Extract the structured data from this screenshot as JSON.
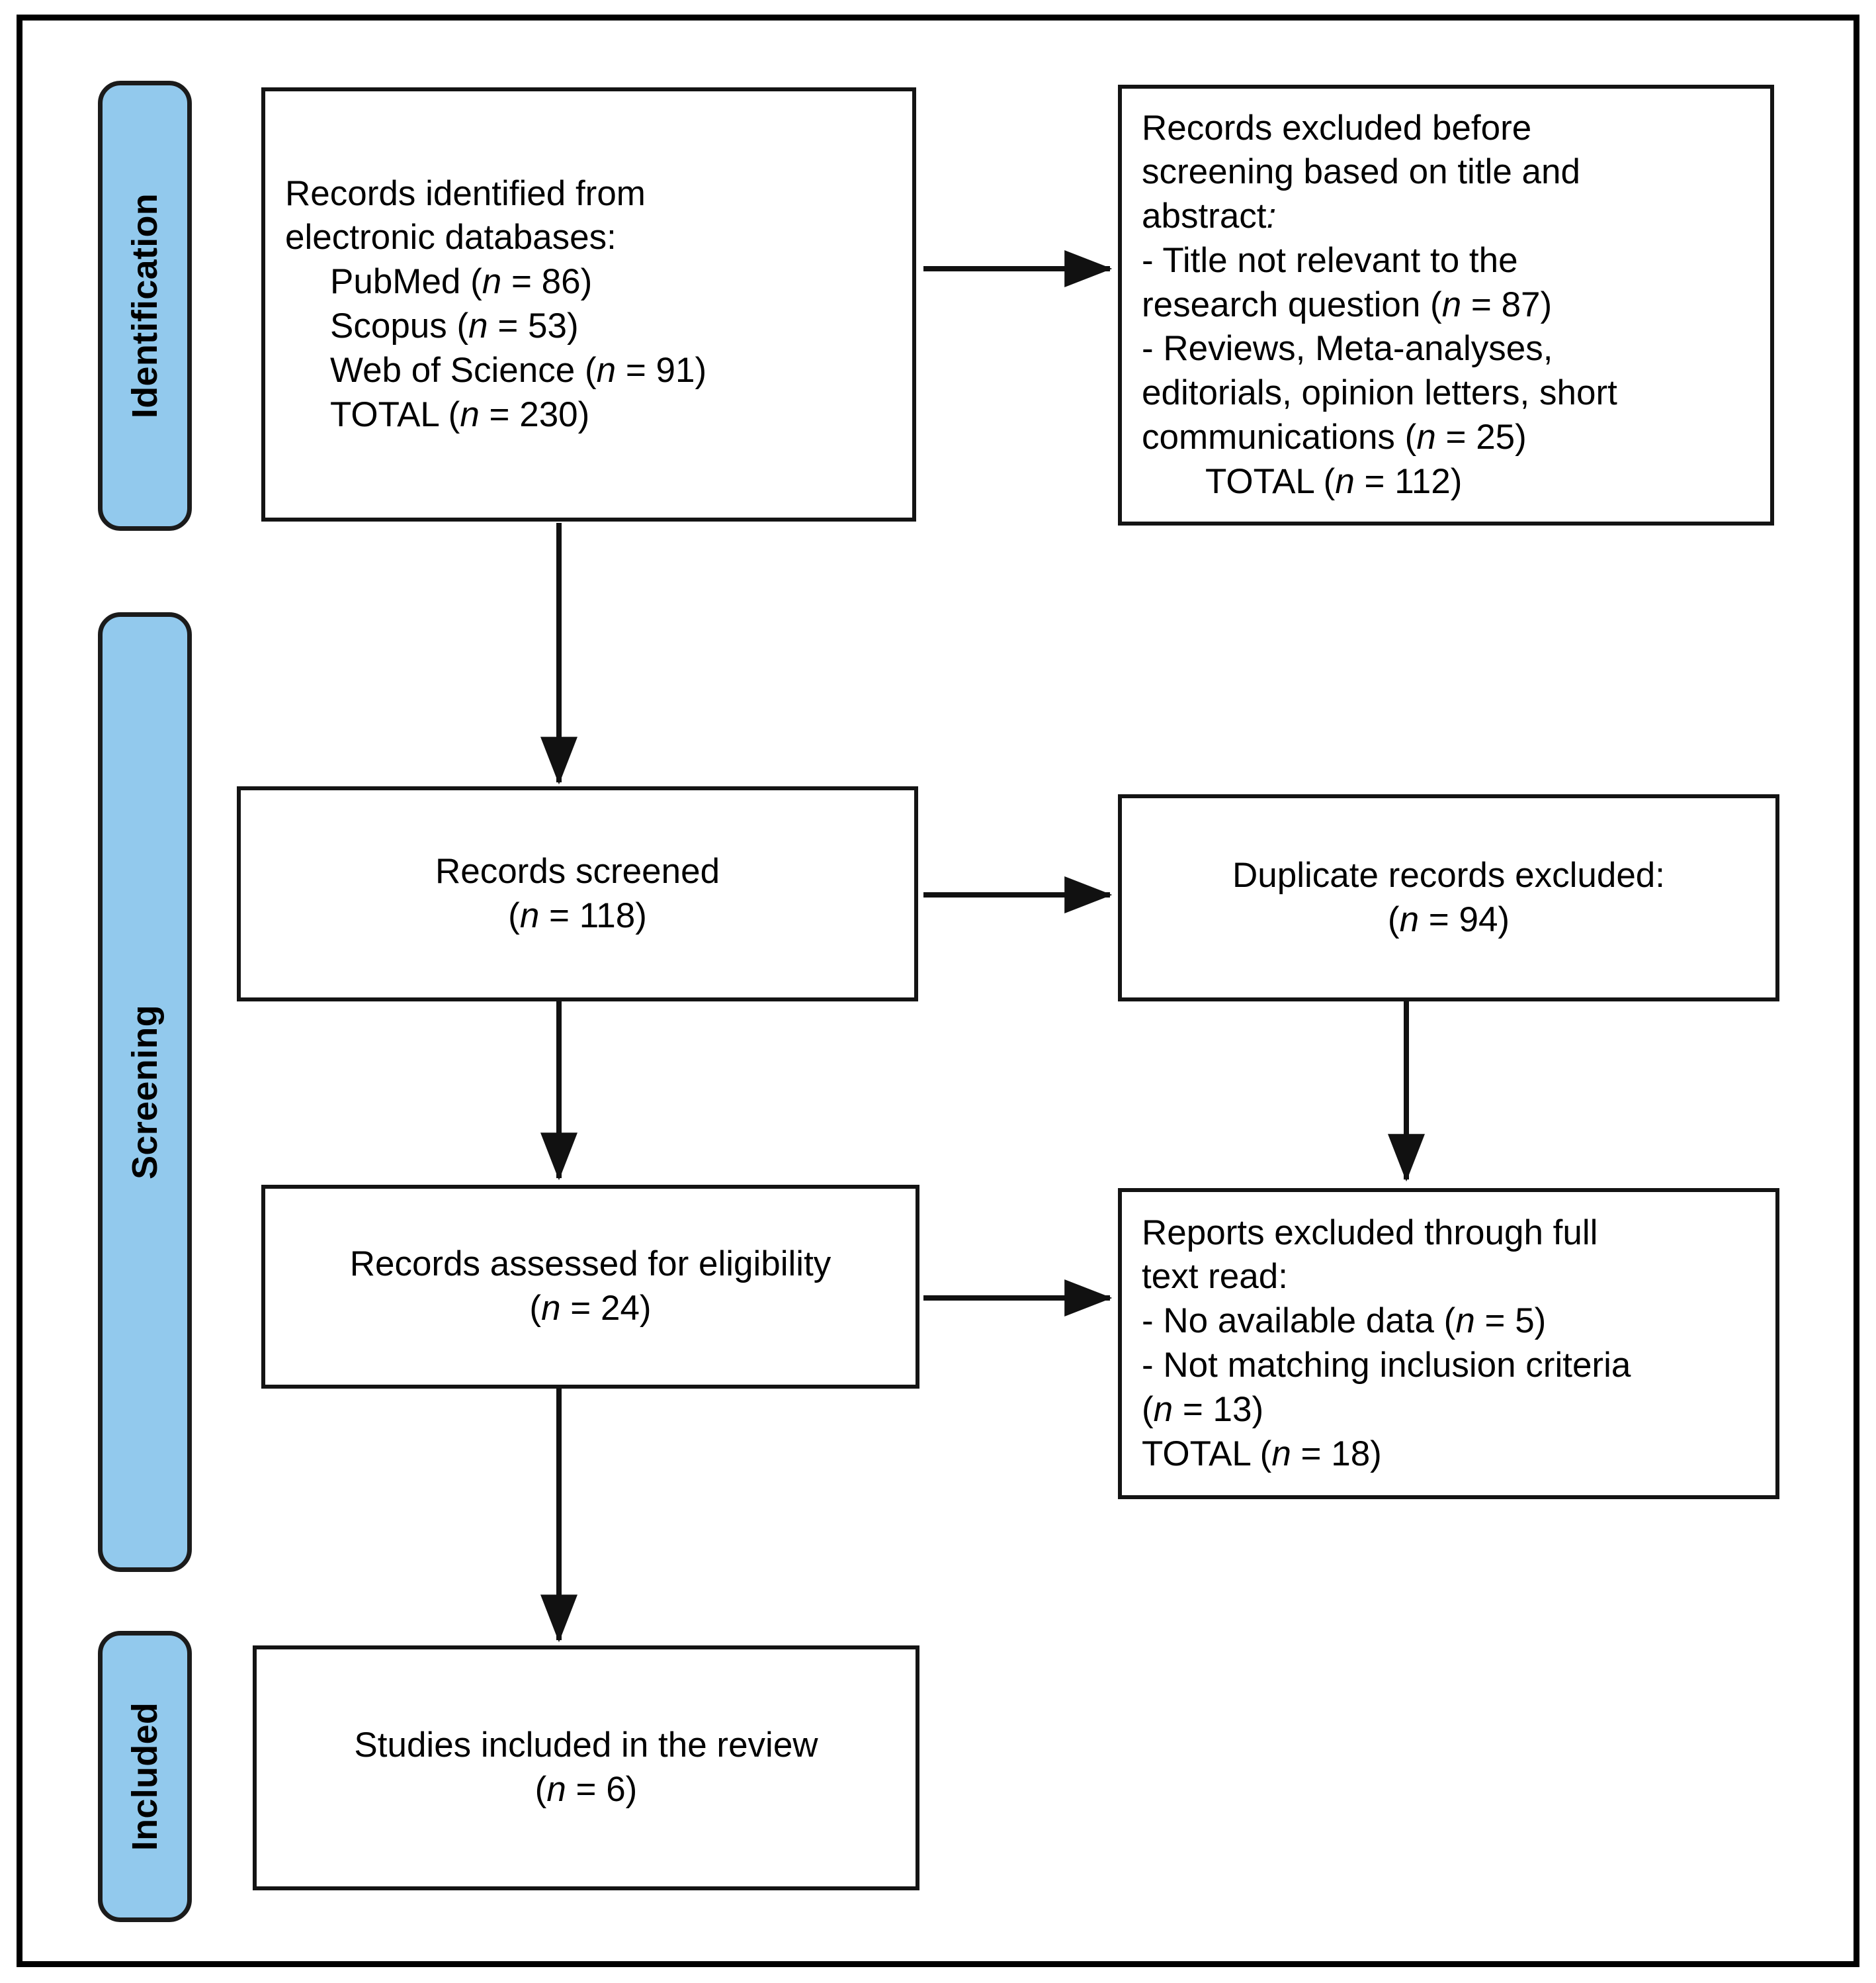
{
  "figure": {
    "type": "prisma-flow-diagram",
    "accent_color": "#92C9ED",
    "border_color": "#000000",
    "background": "#ffffff"
  },
  "stages": [
    {
      "id": "identification",
      "label": "Identification"
    },
    {
      "id": "screening",
      "label": "Screening"
    },
    {
      "id": "included",
      "label": "Included"
    }
  ],
  "boxes": {
    "identified": {
      "lines": [
        "Records identified from",
        "electronic databases:",
        "PubMed (n = 86)",
        "Scopus (n = 53)",
        "Web of Science (n = 91)",
        "TOTAL (n = 230)"
      ],
      "l1": "Records identified from",
      "l2": "electronic databases:",
      "l3": "PubMed (",
      "l3n": "n",
      "l3b": " = 86)",
      "l4": "Scopus (",
      "l4n": "n",
      "l4b": " = 53)",
      "l5": "Web of Science (",
      "l5n": "n",
      "l5b": " = 91)",
      "l6": "TOTAL (",
      "l6n": "n",
      "l6b": " = 230)"
    },
    "excluded_before_screening": {
      "lines": [
        "Records excluded before",
        "screening based on title and",
        "abstract:",
        "- Title not relevant to the",
        "research question (n = 87)",
        "- Reviews, Meta-analyses,",
        "editorials, opinion letters, short",
        "communications (n = 25)",
        "TOTAL (n = 112)"
      ],
      "l1": "Records excluded before",
      "l2": "screening based on title and",
      "l3": "abstract",
      "l3b": ":",
      "l4": "- Title not relevant to the",
      "l5": "research question (",
      "l5n": "n",
      "l5b": " = 87)",
      "l6": "- Reviews, Meta-analyses,",
      "l7": "editorials, opinion letters, short",
      "l8": "communications (",
      "l8n": "n",
      "l8b": " = 25)",
      "l9": "TOTAL (",
      "l9n": "n",
      "l9b": " = 112)"
    },
    "screened": {
      "lines": [
        "Records screened",
        "(n = 118)"
      ],
      "l1": "Records screened",
      "l2a": "(",
      "l2n": "n",
      "l2b": " = 118)"
    },
    "duplicates_excluded": {
      "lines": [
        "Duplicate records excluded:",
        "(n = 94)"
      ],
      "l1": "Duplicate records excluded:",
      "l2a": "(",
      "l2n": "n",
      "l2b": " = 94)"
    },
    "eligibility": {
      "lines": [
        "Records assessed for eligibility",
        "(n = 24)"
      ],
      "l1": "Records assessed for eligibility",
      "l2a": "(",
      "l2n": "n",
      "l2b": " = 24)"
    },
    "fulltext_excluded": {
      "lines": [
        "Reports excluded through full",
        "text read:",
        "- No available data (n = 5)",
        "- Not matching inclusion criteria",
        "(n = 13)",
        "TOTAL (n = 18)"
      ],
      "l1": "Reports excluded through full",
      "l2": "text read:",
      "l3": "- No available data (",
      "l3n": "n",
      "l3b": " = 5)",
      "l4": "- Not matching inclusion criteria",
      "l5a": "(",
      "l5n": "n",
      "l5b": " = 13)",
      "l6": "TOTAL (",
      "l6n": "n",
      "l6b": " = 18)"
    },
    "included_studies": {
      "lines": [
        "Studies included in the review",
        "(n = 6)"
      ],
      "l1": "Studies included in the review",
      "l2a": "(",
      "l2n": "n",
      "l2b": " = 6)"
    }
  },
  "counts": {
    "pubmed": 86,
    "scopus": 53,
    "web_of_science": 91,
    "identified_total": 230,
    "title_not_relevant": 87,
    "reviews_meta_editorials": 25,
    "excluded_before_screening_total": 112,
    "records_screened": 118,
    "duplicates_excluded": 94,
    "assessed_for_eligibility": 24,
    "no_available_data": 5,
    "not_matching_inclusion": 13,
    "fulltext_excluded_total": 18,
    "studies_included": 6
  }
}
